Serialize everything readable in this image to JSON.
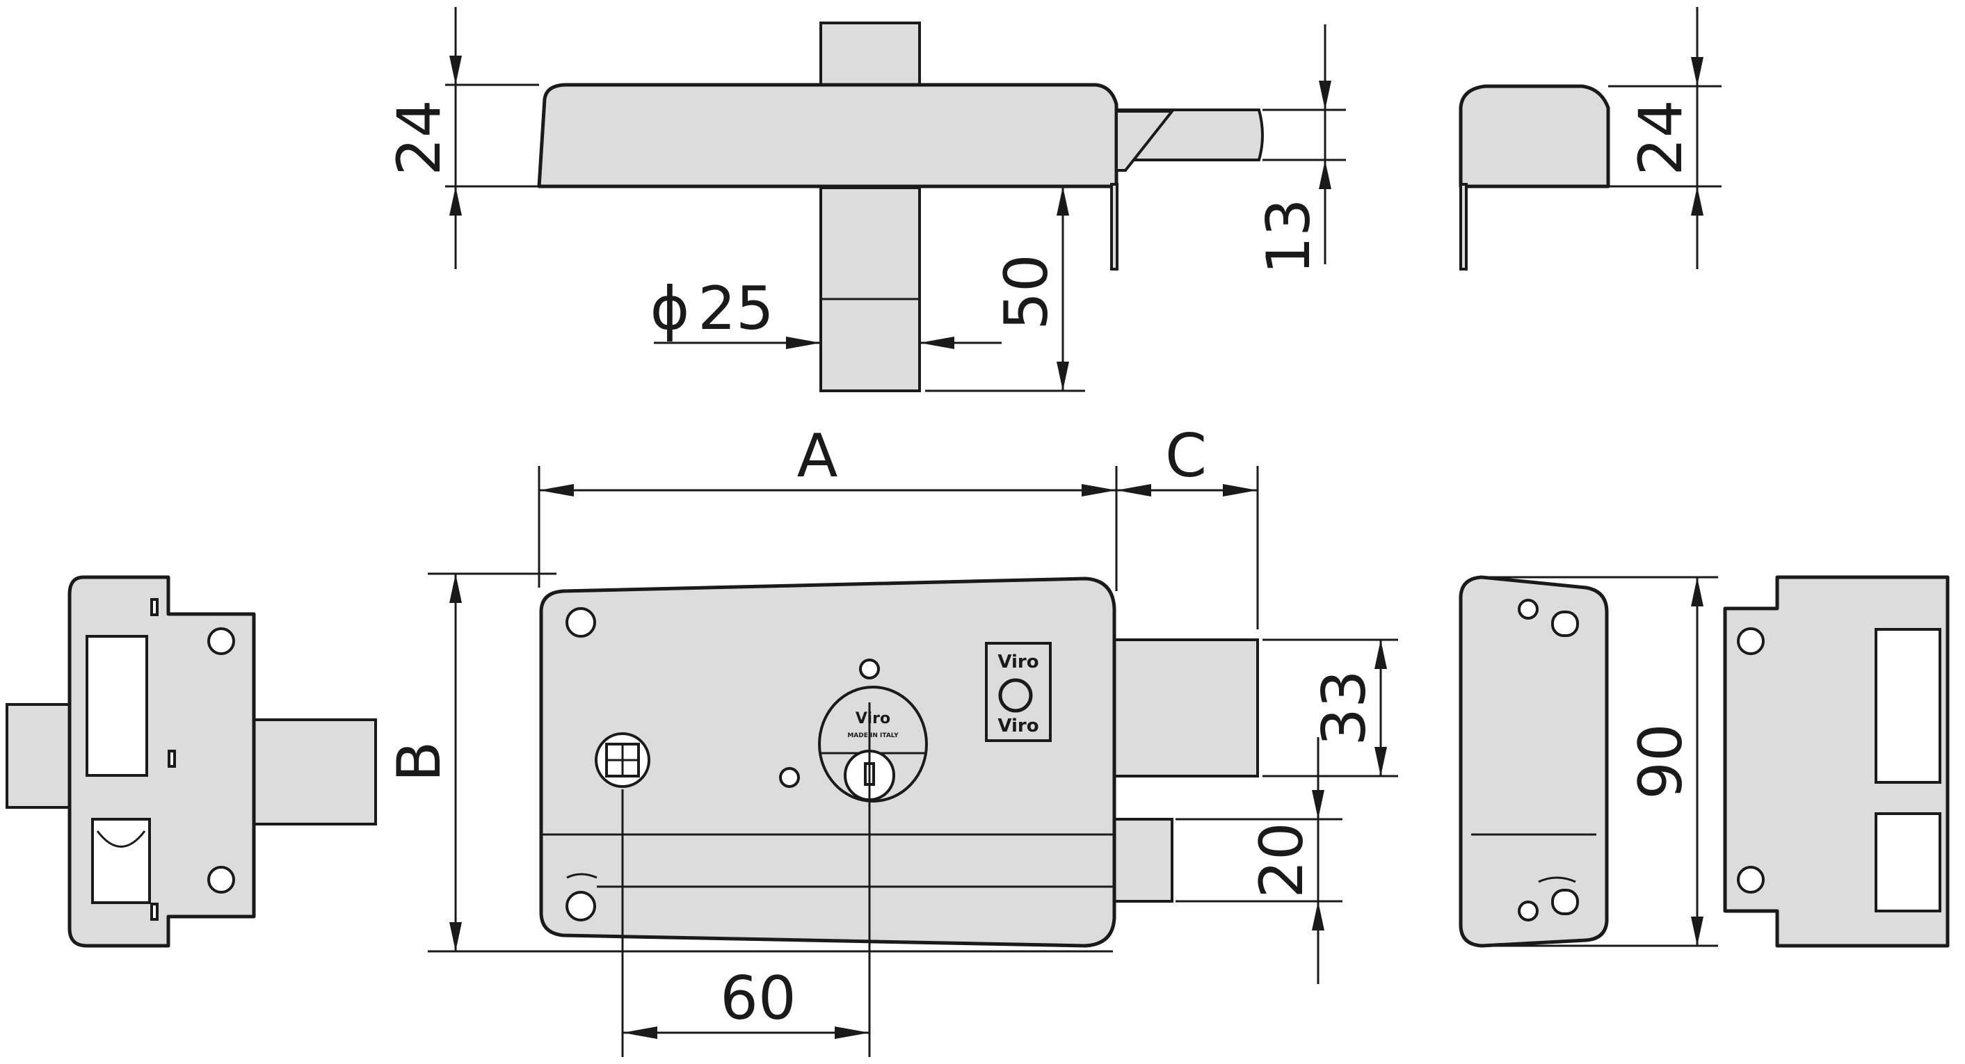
{
  "dimensions": {
    "top_height": "24",
    "side_height": "24",
    "diameter": "25",
    "diameter_symbol": "ϕ",
    "cylinder_projection": "50",
    "bolt_thickness": "13",
    "width_a": "A",
    "throw_c": "C",
    "height_b": "B",
    "bolt_height": "33",
    "latch_height": "20",
    "cylinder_offset": "60",
    "keeper_height": "90"
  },
  "labels": {
    "brand": "Viro",
    "made_in": "MADE IN ITALY"
  },
  "colors": {
    "part_fill": "#dcdcdc",
    "line": "#1a1a1a"
  }
}
